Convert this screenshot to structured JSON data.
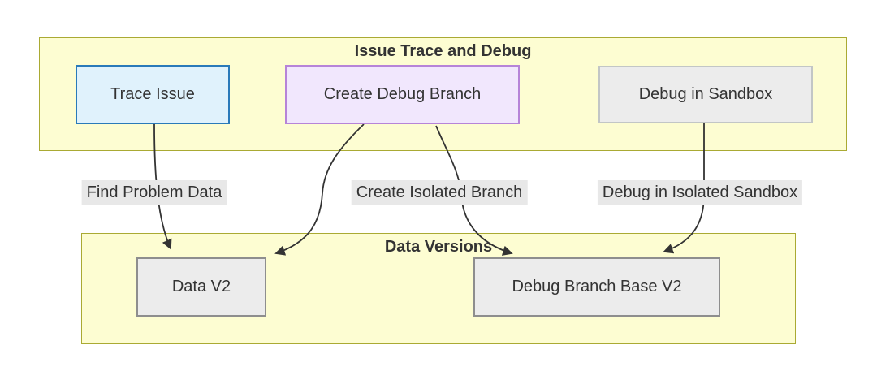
{
  "diagram": {
    "type": "flowchart",
    "clusters": [
      {
        "id": "issue-trace-and-debug",
        "title": "Issue Trace and Debug",
        "nodes": [
          "Trace Issue",
          "Create Debug Branch",
          "Debug in Sandbox"
        ]
      },
      {
        "id": "data-versions",
        "title": "Data Versions",
        "nodes": [
          "Data V2",
          "Debug Branch Base V2"
        ]
      }
    ],
    "nodes": [
      {
        "label": "Trace Issue",
        "style": "blue"
      },
      {
        "label": "Create Debug Branch",
        "style": "purple"
      },
      {
        "label": "Debug in Sandbox",
        "style": "gray"
      },
      {
        "label": "Data V2",
        "style": "gray"
      },
      {
        "label": "Debug Branch Base V2",
        "style": "gray"
      }
    ],
    "edges": [
      {
        "from": "Trace Issue",
        "to": "Data V2",
        "label": "Find Problem Data"
      },
      {
        "from": "Create Debug Branch",
        "to": "Data V2"
      },
      {
        "from": "Create Debug Branch",
        "to": "Debug Branch Base V2",
        "label": "Create Isolated Branch"
      },
      {
        "from": "Debug in Sandbox",
        "to": "Debug Branch Base V2",
        "label": "Debug in Isolated Sandbox"
      }
    ],
    "colors": {
      "canvas_bg": "#ffffff",
      "cluster_fill": "#fdfdd2",
      "cluster_border": "#aaaa33",
      "node_blue_fill": "#e0f2fc",
      "node_blue_border": "#2a7ab9",
      "node_purple_fill": "#f1e7fd",
      "node_purple_border": "#b684d8",
      "node_gray_fill": "#ececec",
      "node_gray_border_light": "#c2c6c6",
      "node_gray_border_dark": "#8e8e8e",
      "edge_color": "#333333",
      "edge_label_bg": "#e8e8e8",
      "text_color": "#333333"
    }
  }
}
